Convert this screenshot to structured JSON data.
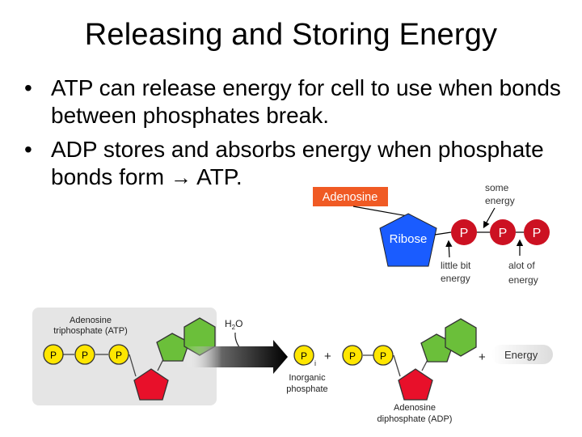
{
  "title": "Releasing and Storing Energy",
  "bullets": [
    {
      "text": "ATP can release energy for cell to use when bonds between phosphates break."
    },
    {
      "text_before": "ADP stores and absorbs energy when phosphate bonds form ",
      "arrow": "→",
      "text_after": " ATP."
    }
  ],
  "diagram_top": {
    "adenosine_label": "Adenosine",
    "ribose_label": "Ribose",
    "phosphate_label": "P",
    "some_energy": [
      "some",
      "energy"
    ],
    "little_bit_energy": [
      "little bit",
      "energy"
    ],
    "alot_of_energy": [
      "alot of",
      "energy"
    ]
  },
  "diagram_bottom": {
    "atp_name": [
      "Adenosine",
      "triphosphate (ATP)"
    ],
    "phosphate_label": "P",
    "water_label": "H",
    "water_sub": "2",
    "water_end": "O",
    "pi_sub": "i",
    "plus": "+",
    "inorganic_phosphate": [
      "Inorganic",
      "phosphate"
    ],
    "adp_name": [
      "Adenosine",
      "diphosphate (ADP)"
    ],
    "energy_label": "Energy"
  },
  "colors": {
    "adenosine_bg": "#f05a24",
    "ribose_blue": "#1a5cff",
    "phosphate_red": "#cc1122",
    "phosphate_yellow": "#ffe600",
    "base_green": "#6bbf3a",
    "sugar_red": "#e8102a"
  }
}
